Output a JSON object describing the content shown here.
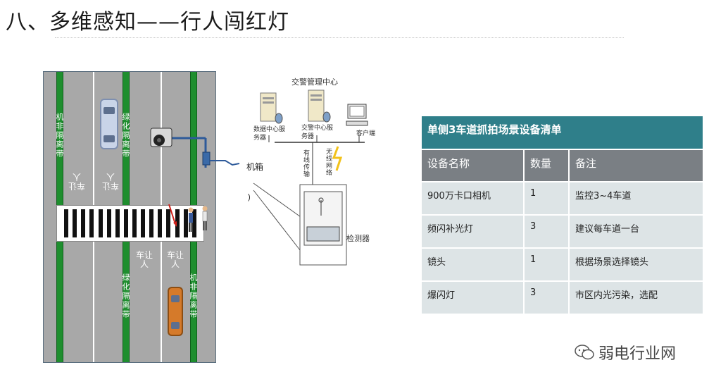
{
  "title": "八、多维感知——行人闯红灯",
  "road": {
    "strip_text": "机非隔离带",
    "green_text": "绿化隔离带",
    "lane_text_top": "车让人",
    "lane_text_bottom": "车让人"
  },
  "network": {
    "center_label": "交警管理中心",
    "server1": "数据中心服务器",
    "server2": "交警中心服务器",
    "client": "客户端",
    "wired": "有线传输",
    "wireless": "无线网络",
    "cabinet": "机箱",
    "detector": "检测器"
  },
  "table": {
    "title": "单侧3车道抓拍场景设备清单",
    "headers": [
      "设备名称",
      "数量",
      "备注"
    ],
    "rows": [
      [
        "900万卡口相机",
        "1",
        "监控3~4车道"
      ],
      [
        "频闪补光灯",
        "3",
        "建议每车道一台"
      ],
      [
        "镜头",
        "1",
        "根据场景选择镜头"
      ],
      [
        "爆闪灯",
        "3",
        "市区内光污染，选配"
      ]
    ]
  },
  "watermark": "弱电行业网",
  "colors": {
    "green": "#1e8e2e",
    "road": "#a8a8a8",
    "table_head": "#2f7f8a",
    "table_cols": "#7a7f84",
    "table_row": "#dde4e6"
  }
}
